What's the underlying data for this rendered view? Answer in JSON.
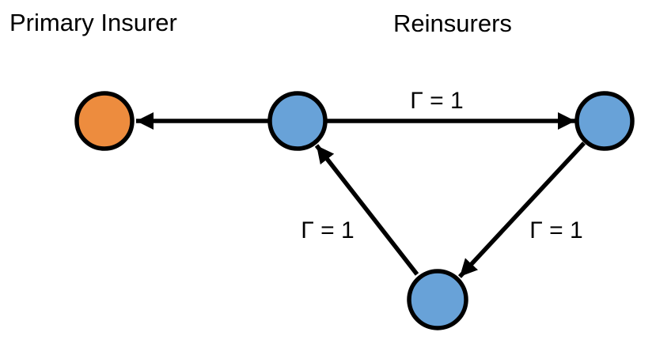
{
  "figure": {
    "group_labels": {
      "primary_insurer": "Primary Insurer",
      "reinsurers": "Reinsurers"
    },
    "nodes": [
      {
        "id": "primary-insurer",
        "group": "Primary Insurer",
        "shape": "circle",
        "color": "#ED8C3E"
      },
      {
        "id": "reinsurer-1",
        "group": "Reinsurers",
        "shape": "circle",
        "color": "#68A2D8"
      },
      {
        "id": "reinsurer-2",
        "group": "Reinsurers",
        "shape": "circle",
        "color": "#68A2D8"
      },
      {
        "id": "reinsurer-3",
        "group": "Reinsurers",
        "shape": "circle",
        "color": "#68A2D8"
      }
    ],
    "edges": [
      {
        "from": "reinsurer-1",
        "to": "primary-insurer",
        "label": ""
      },
      {
        "from": "reinsurer-1",
        "to": "reinsurer-2",
        "label": "Γ = 1"
      },
      {
        "from": "reinsurer-2",
        "to": "reinsurer-3",
        "label": "Γ = 1"
      },
      {
        "from": "reinsurer-3",
        "to": "reinsurer-1",
        "label": "Γ = 1"
      }
    ],
    "colors": {
      "node_primary": "#ED8C3E",
      "node_reinsurer": "#68A2D8",
      "outline": "#000000",
      "edge": "#000000",
      "text": "#000000",
      "background": "#FFFFFF"
    }
  }
}
